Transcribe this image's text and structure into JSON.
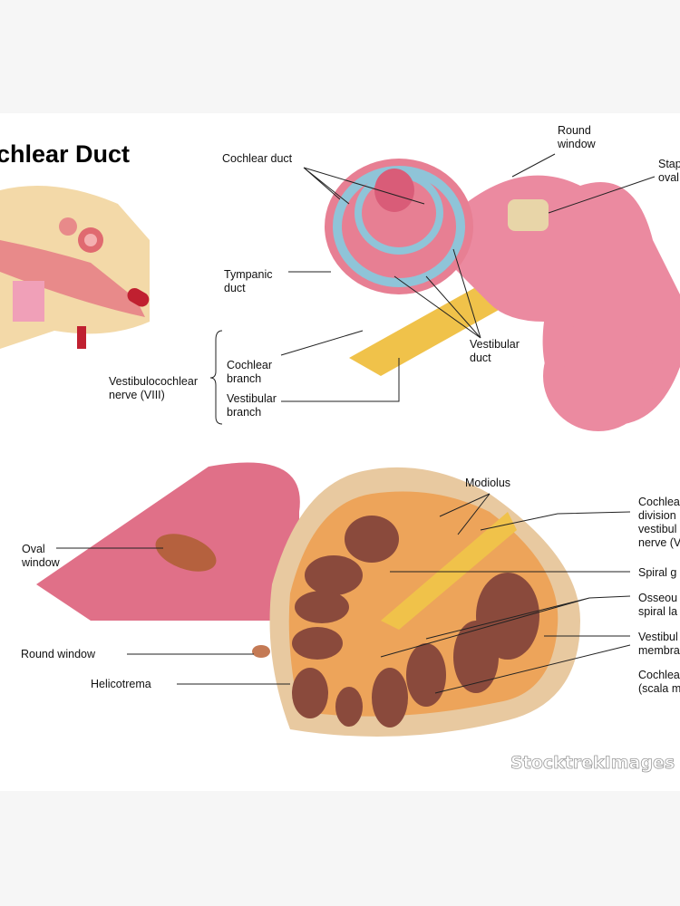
{
  "title": "chlear Duct",
  "watermark": "StocktrekImages",
  "top_labels": {
    "cochlear_duct": "Cochlear duct",
    "round_window_1": "Round",
    "round_window_2": "window",
    "stapes_1": "Stap",
    "stapes_2": "oval",
    "tympanic_1": "Tympanic",
    "tympanic_2": "duct",
    "cochlear_branch_1": "Cochlear",
    "cochlear_branch_2": "branch",
    "vestibular_branch_1": "Vestibular",
    "vestibular_branch_2": "branch",
    "nerve_1": "Vestibulocochlear",
    "nerve_2": "nerve (VIII)",
    "vestibular_duct_1": "Vestibular",
    "vestibular_duct_2": "duct"
  },
  "bottom_labels": {
    "modiolus": "Modiolus",
    "oval_window_1": "Oval",
    "oval_window_2": "window",
    "round_window": "Round window",
    "helicotrema": "Helicotrema",
    "cochlear_div_1": "Cochlea",
    "cochlear_div_2": "division",
    "cochlear_div_3": "vestibul",
    "cochlear_div_4": "nerve (V",
    "spiral_g": "Spiral g",
    "osseous_1": "Osseou",
    "osseous_2": "spiral la",
    "vest_membrane_1": "Vestibul",
    "vest_membrane_2": "membra",
    "cochlear_duct_1": "Cochlea",
    "cochlear_duct_2": "(scala m"
  },
  "colors": {
    "tissue": "#e77f93",
    "duct_blue": "#8fc4d8",
    "bone": "#e8c9a0",
    "nerve": "#f0c24a",
    "chamber": "#8a4a3c"
  }
}
